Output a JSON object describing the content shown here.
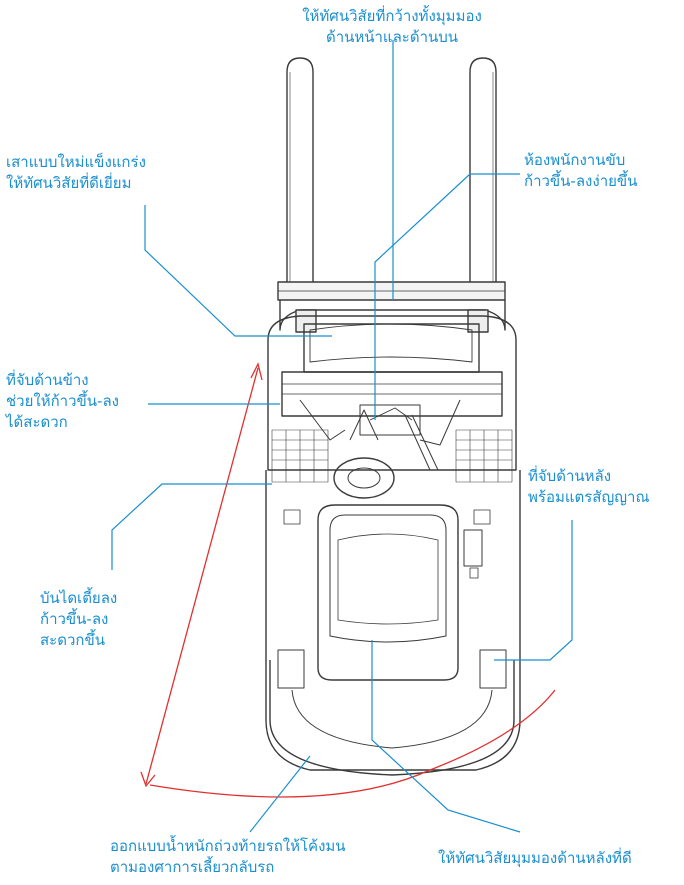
{
  "labels": {
    "top_view": [
      "ให้ทัศนวิสัยที่กว้างทั้งมุมมอง",
      "ด้านหน้าและด้านบน"
    ],
    "mast": [
      "เสาแบบใหม่แข็งแกร่ง",
      "ให้ทัศนวิสัยที่ดีเยี่ยม"
    ],
    "cab": [
      "ห้องพนักงานขับ",
      "ก้าวขึ้น-ลงง่ายขึ้น"
    ],
    "side_grip": [
      "ที่จับด้านข้าง",
      "ช่วยให้ก้าวขึ้น-ลง",
      "ได้สะดวก"
    ],
    "rear_grip": [
      "ที่จับด้านหลัง",
      "พร้อมแตรสัญญาณ"
    ],
    "step": [
      "บันไดเตี้ยลง",
      "ก้าวขึ้น-ลง",
      "สะดวกขึ้น"
    ],
    "counterweight": [
      "ออกแบบน้ำหนักถ่วงท้ายรถให้โค้งมน",
      "ตามองศาการเลี้ยวกลับรถ"
    ],
    "rear_view": [
      "ให้ทัศนวิสัยมุมมองด้านหลังที่ดี"
    ]
  },
  "colors": {
    "label": "#1a8fcf",
    "leader": "#1a8fcf",
    "outline": "#3a3a3a",
    "arc": "#e0312f"
  }
}
